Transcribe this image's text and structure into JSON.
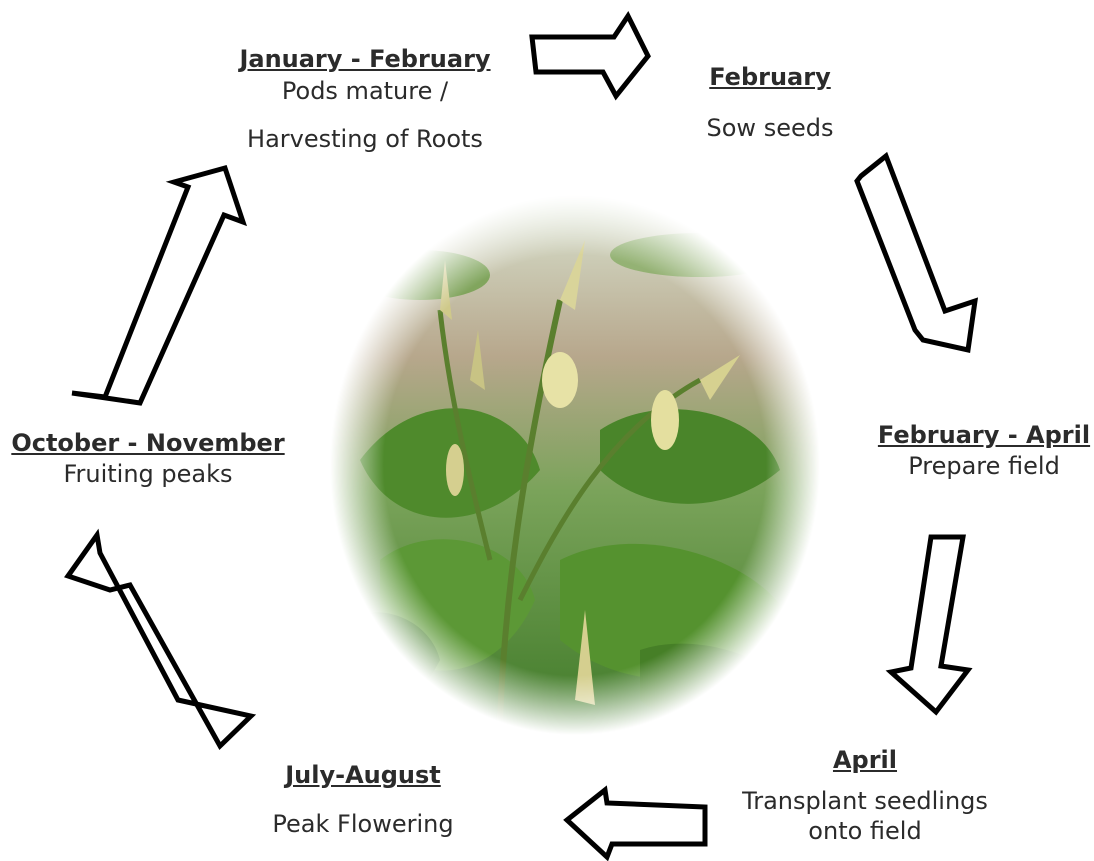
{
  "stages": [
    {
      "heading": "January - February",
      "description_1": "Pods mature /",
      "description_2": "Harvesting of Roots"
    },
    {
      "heading": "February",
      "description": "Sow seeds"
    },
    {
      "heading": "February - April",
      "description": "Prepare field"
    },
    {
      "heading": "April",
      "description_1": "Transplant seedlings",
      "description_2": "onto field"
    },
    {
      "heading": "July-August",
      "description": "Peak Flowering"
    },
    {
      "heading": "October - November",
      "description": "Fruiting peaks"
    }
  ],
  "photo": {
    "subject": "flowering plant with pods in a field"
  },
  "colors": {
    "text": "#2b2b2b",
    "arrow_stroke": "#000000",
    "arrow_fill": "#ffffff",
    "leaf_green": "#4f8a2c"
  }
}
